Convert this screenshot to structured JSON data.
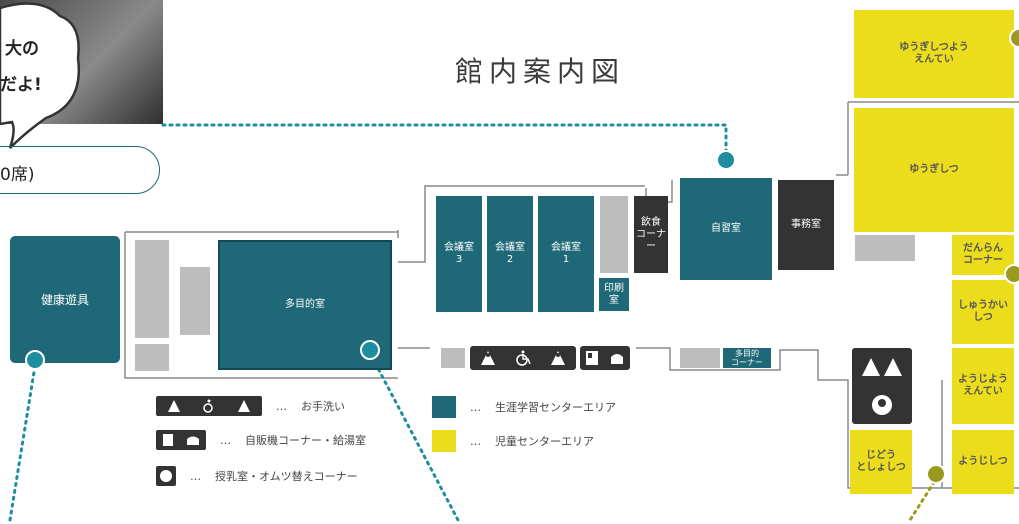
{
  "title": "館内案内図",
  "speech": {
    "line1": "大の",
    "line2": "だよ!"
  },
  "seat_pill": "0席)",
  "rooms": {
    "kenko_yugu": "健康遊具",
    "tamokuteki": "多目的室",
    "kaigi3": "会議室\n3",
    "kaigi2": "会議室\n2",
    "kaigi1": "会議室\n1",
    "inshoku": "飲食\nコーナー",
    "insatsu": "印刷\n室",
    "jishu": "自習室",
    "jimu": "事務室",
    "tamokuteki_corner": "多目的\nコーナー",
    "yugi_shitsu": "ゆうぎしつ",
    "yugi_yoen": "ゆうぎしつよう\nえんてい",
    "danran": "だんらん\nコーナー",
    "shukai": "しゅうかい\nしつ",
    "youji_yoen": "ようじよう\nえんてい",
    "youjishitsu": "ようじしつ",
    "jido_tosho": "じどう\nとしょしつ"
  },
  "legend": {
    "toilet": "お手洗い",
    "vending": "自販機コーナー・給湯室",
    "nursing": "授乳室・オムツ替えコーナー",
    "lifelong": "生涯学習センターエリア",
    "children": "児童センターエリア"
  },
  "colors": {
    "lifelong_area": "#1e6877",
    "children_area": "#ecdd1c",
    "service": "#333333",
    "corridor": "#bdbdbd",
    "route_teal": "#1e8da0",
    "route_olive": "#9c9a1e"
  },
  "icons": [
    "toilet-icon",
    "wheelchair-icon",
    "vending-icon",
    "kettle-icon",
    "baby-icon"
  ]
}
